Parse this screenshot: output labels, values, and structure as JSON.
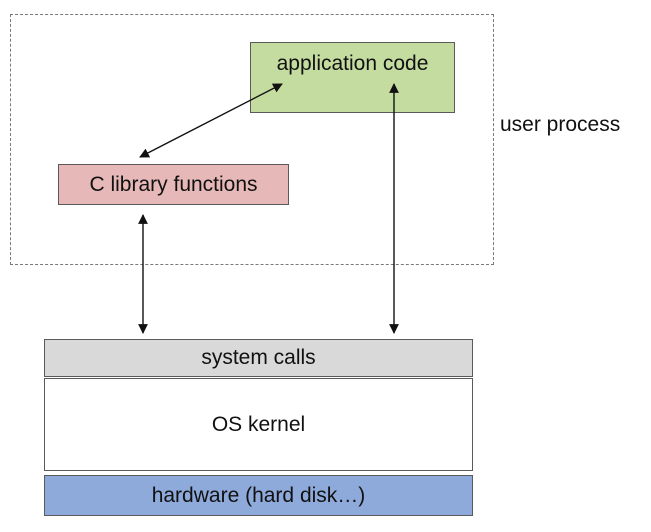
{
  "user_process": {
    "label": "user process"
  },
  "boxes": {
    "application_code": "application code",
    "c_library_functions": "C library functions",
    "system_calls": "system calls",
    "os_kernel": "OS kernel",
    "hardware": "hardware (hard disk…)"
  },
  "colors": {
    "application_code_fill": "#c5dca0",
    "c_library_fill": "#e6b9b8",
    "system_calls_fill": "#d9d9d9",
    "os_kernel_fill": "#ffffff",
    "hardware_fill": "#8eaadb",
    "user_process_border": "#7a7a7a",
    "arrow": "#111111"
  }
}
